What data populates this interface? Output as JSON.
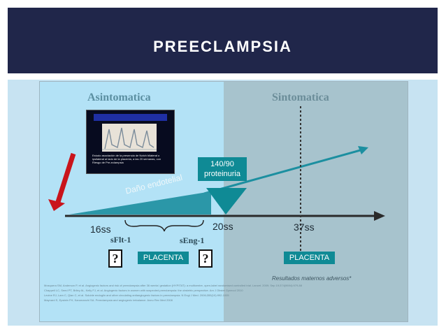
{
  "slide": {
    "title": "PREECLAMPSIA",
    "colors": {
      "header_bg": "#20264a",
      "panel_bg": "#c7e3f2",
      "accent_teal": "#0f8a95",
      "arrow_red": "#c9141b"
    }
  },
  "diagram": {
    "phase_left": "Asintomatica",
    "phase_right": "Sintomatica",
    "doppler_caption": "Estudo asociación de la presencia de Notch bilateral o ipsilateral al lado de la placenta, a las 20 semanas, con Riesgo de Pre-eclampsia",
    "endothelial_label": "Daño endotelial",
    "threshold_label_line1": "140/90",
    "threshold_label_line2": "proteinuria",
    "timeline": [
      "16ss",
      "20ss",
      "37ss"
    ],
    "markers": {
      "left": "sFlt-1",
      "right": "sEng-1"
    },
    "placenta_left": "PLACENTA",
    "placenta_right": "PLACENTA",
    "unknown_symbol": "?",
    "outcomes_label": "Resultados maternos adversos*",
    "icons": [
      "red-arrow-icon",
      "question-mark-icon"
    ]
  },
  "references": [
    "Mosquera SM, Anderson P, et al. Angiogenic factors and risk of preeclampsia after 36 weeks' gestation (HYPITAT): a multicentre, open-label randomised controlled trial. Lancet. 2009; Sep 19;374(9694):979-88",
    "Chappell LC, Seed PT, Briley AL, Kelly FJ, et al. Angiogenic factors in women with suspected preeclampsia: the obstetric perspective. Am J Obstet Gynecol 2010",
    "Levine RJ, Lam C, Qian C, et al. Soluble endoglin and other circulating antiangiogenic factors in preeclampsia. N Engl J Med. 2006;355(10):992-1005",
    "Maynard S, Epstein FH, Karumanchi SA. Preeclampsia and angiogenic imbalance. Annu Rev Med 2008"
  ]
}
